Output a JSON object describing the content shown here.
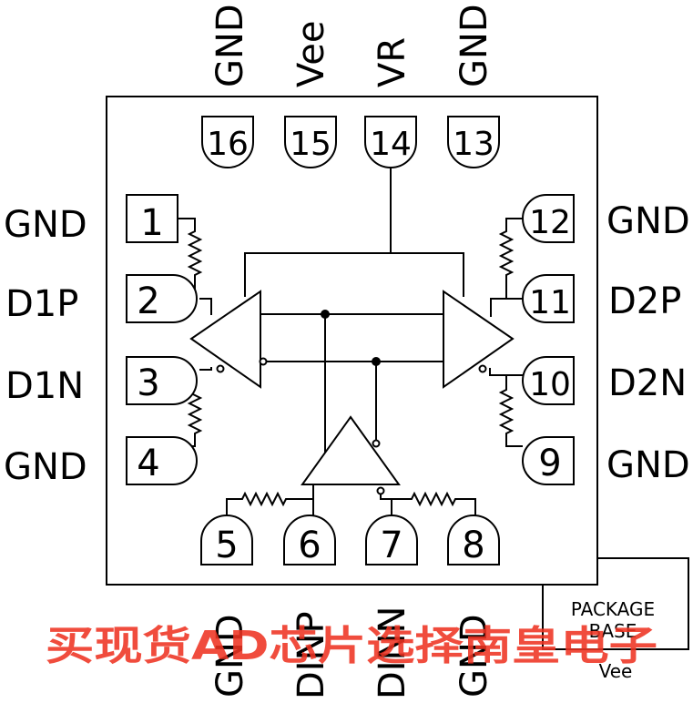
{
  "pins": {
    "p1": {
      "number": "1",
      "label": "GND"
    },
    "p2": {
      "number": "2",
      "label": "D1P"
    },
    "p3": {
      "number": "3",
      "label": "D1N"
    },
    "p4": {
      "number": "4",
      "label": "GND"
    },
    "p5": {
      "number": "5",
      "label": "GND"
    },
    "p6": {
      "number": "6",
      "label": "DINP"
    },
    "p7": {
      "number": "7",
      "label": "DINN"
    },
    "p8": {
      "number": "8",
      "label": "GND"
    },
    "p9": {
      "number": "9",
      "label": "GND"
    },
    "p10": {
      "number": "10",
      "label": "D2N"
    },
    "p11": {
      "number": "11",
      "label": "D2P"
    },
    "p12": {
      "number": "12",
      "label": "GND"
    },
    "p13": {
      "number": "13",
      "label": "GND"
    },
    "p14": {
      "number": "14",
      "label": "VR"
    },
    "p15": {
      "number": "15",
      "label": "Vee"
    },
    "p16": {
      "number": "16",
      "label": "GND"
    }
  },
  "package_base": {
    "line1": "PACKAGE",
    "line2": "BASE",
    "line3": "Vee"
  },
  "watermark": "买现货AD芯片选择南皇电子"
}
